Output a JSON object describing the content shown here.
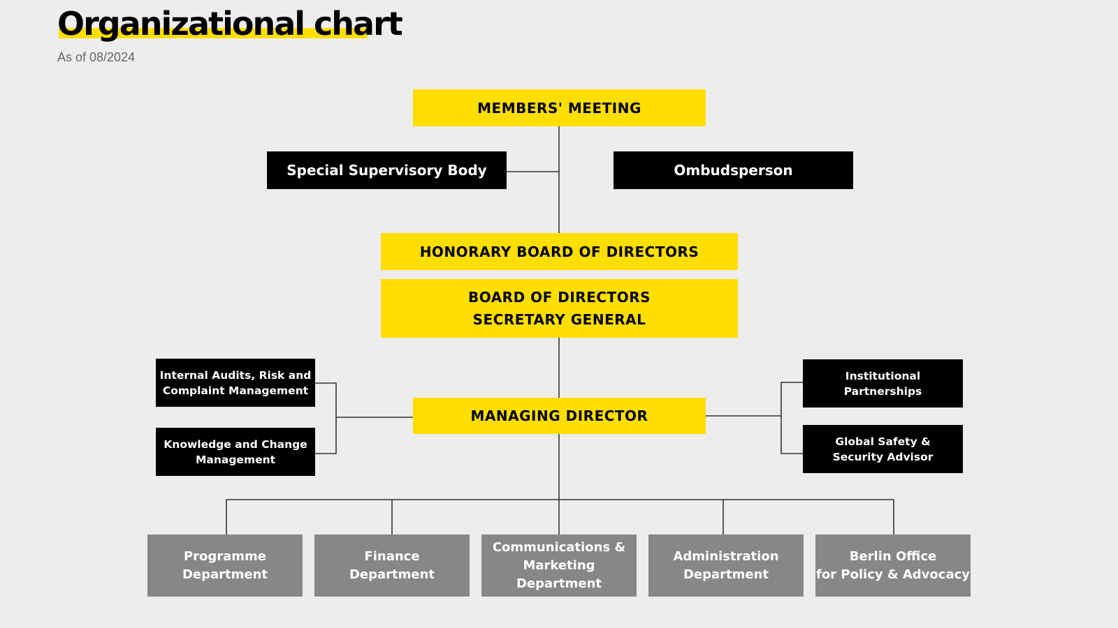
{
  "header": {
    "title": "Organizational chart",
    "subtitle": "As of 08/2024"
  },
  "colors": {
    "accent_yellow": "#ffde00",
    "black": "#000000",
    "department_grey": "#878787",
    "background": "#ededed",
    "connector": "#333333"
  },
  "chart": {
    "members_meeting": "MEMBERS' MEETING",
    "special_supervisory_body": "Special Supervisory Body",
    "ombudsperson": "Ombudsperson",
    "honorary_board": "HONORARY BOARD OF DIRECTORS",
    "board_of_directors": "BOARD OF DIRECTORS\nSECRETARY GENERAL",
    "managing_director": "MANAGING DIRECTOR",
    "internal_audits": "Internal Audits, Risk and\nComplaint Management",
    "knowledge_change": "Knowledge and Change\nManagement",
    "institutional_partnerships": "Institutional\nPartnerships",
    "global_safety": "Global Safety &\nSecurity Advisor",
    "departments": [
      "Programme\nDepartment",
      "Finance\nDepartment",
      "Communications &\nMarketing\nDepartment",
      "Administration\nDepartment",
      "Berlin Office\nfor Policy & Advocacy"
    ]
  }
}
